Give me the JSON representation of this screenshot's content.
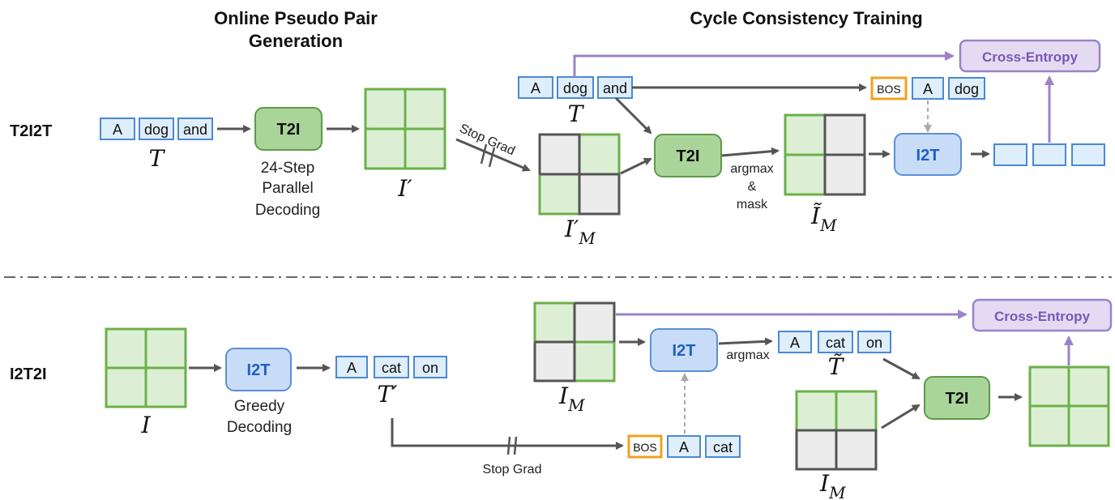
{
  "colors": {
    "token_fill": "#dfeefb",
    "token_stroke": "#4a89d6",
    "bos_stroke": "#f0a020",
    "t2i_fill": "#a9d59a",
    "t2i_stroke": "#5d9a45",
    "i2t_fill": "#c9dcf7",
    "i2t_stroke": "#5b8fd9",
    "i2t_text": "#1f5fc4",
    "ce_fill": "#e4dbf3",
    "ce_stroke": "#9a83c9",
    "ce_text": "#7858b4",
    "cell_green": "#dcefd5",
    "cell_gray": "#ececec",
    "grid_green": "#6cb04a",
    "grid_gray": "#555555",
    "arrow": "#555555",
    "arrow_purple": "#9a83c9"
  },
  "headers": {
    "pseudo_line1": "Online Pseudo Pair",
    "pseudo_line2": "Generation",
    "cycle": "Cycle Consistency Training"
  },
  "rows": {
    "top": "T2I2T",
    "bottom": "I2T2I"
  },
  "tokens": {
    "a": "A",
    "dog": "dog",
    "and": "and",
    "cat": "cat",
    "on": "on",
    "bos": "BOS"
  },
  "modules": {
    "t2i": "T2I",
    "i2t": "I2T",
    "cross_entropy": "Cross-Entropy"
  },
  "captions": {
    "step24_1": "24-Step",
    "step24_2": "Parallel",
    "step24_3": "Decoding",
    "greedy_1": "Greedy",
    "greedy_2": "Decoding",
    "stop_grad": "Stop Grad",
    "argmax": "argmax",
    "amp": "&",
    "mask": "mask"
  },
  "math": {
    "T": "T",
    "T_prime": "T′",
    "T_tilde": "T̃",
    "I": "I",
    "I_prime": "I′",
    "I_prime_M_base": "I′",
    "I_tilde_M_base": "Ĩ",
    "I_M_base": "I",
    "sub_M": "M"
  }
}
